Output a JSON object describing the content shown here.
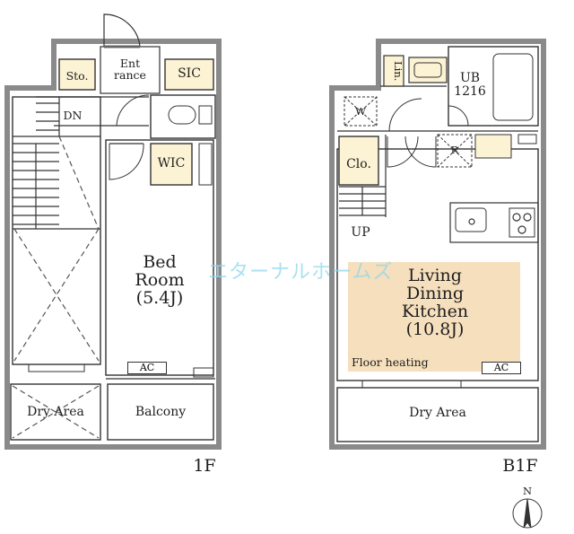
{
  "watermark": "エターナルホームズ",
  "floors": {
    "first": {
      "floor_label": "1F",
      "entrance": [
        "Ent",
        "rance"
      ],
      "storage": "Sto.",
      "sic": "SIC",
      "dn": "DN",
      "wic": "WIC",
      "bedroom": [
        "Bed",
        "Room",
        "(5.4J)"
      ],
      "ac": "AC",
      "dry_area": "Dry Area",
      "balcony": "Balcony"
    },
    "basement": {
      "floor_label": "B1F",
      "linen": "Lin.",
      "ub": [
        "UB",
        "1216"
      ],
      "washer": "W",
      "fridge": "R",
      "closet": "Clo.",
      "up": "UP",
      "ldk": [
        "Living",
        "Dining",
        "Kitchen",
        "(10.8J)"
      ],
      "floor_heating": "Floor heating",
      "ac": "AC",
      "dry_area": "Dry Area"
    }
  },
  "compass": {
    "letter": "N"
  },
  "colors": {
    "wall": "#888888",
    "line": "#333333",
    "storage_fill": "#fcf3d4",
    "ldk_fill": "#f6dfbd"
  }
}
